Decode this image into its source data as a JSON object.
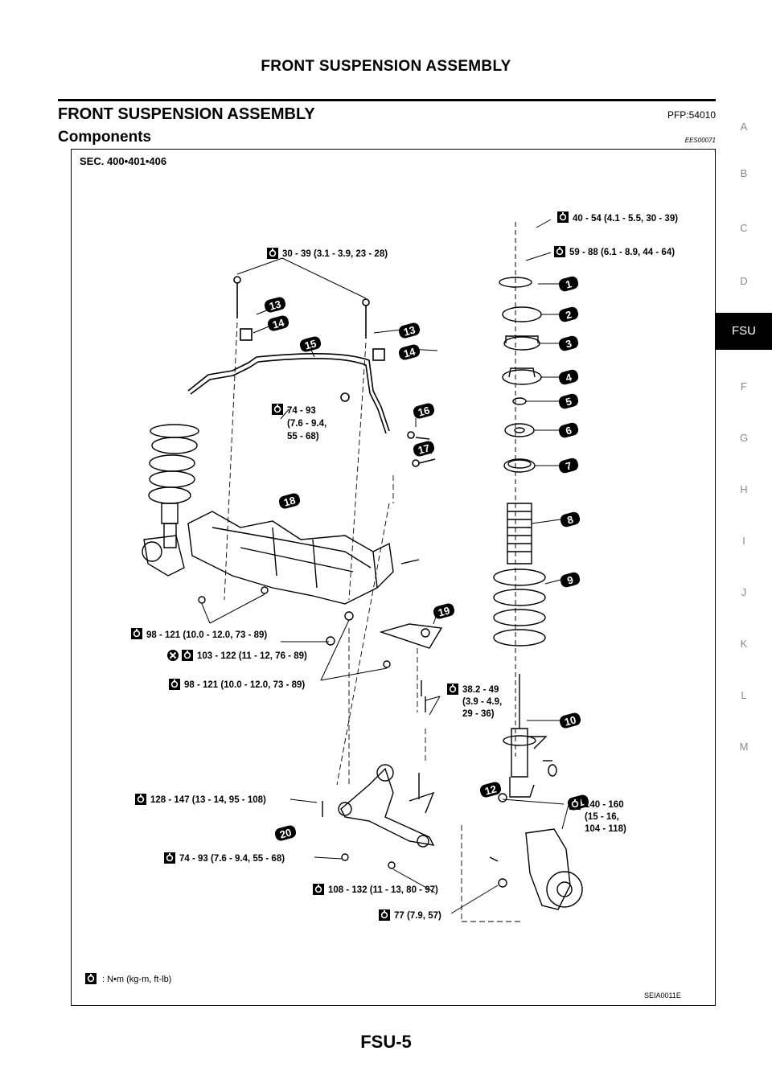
{
  "header": {
    "title": "FRONT SUSPENSION ASSEMBLY"
  },
  "section": {
    "title": "FRONT SUSPENSION ASSEMBLY",
    "pfp": "PFP:54010"
  },
  "subsection": {
    "title": "Components",
    "code": "EES00071"
  },
  "side_tabs": [
    "A",
    "B",
    "C",
    "D",
    "FSU",
    "F",
    "G",
    "H",
    "I",
    "J",
    "K",
    "L",
    "M"
  ],
  "active_tab": "FSU",
  "figure": {
    "sec": "SEC. 400•401•406",
    "torque_labels": [
      "40 - 54 (4.1 - 5.5, 30 - 39)",
      "59 - 88 (6.1 - 8.9, 44 - 64)",
      "30 - 39 (3.1 - 3.9, 23 - 28)",
      "74 - 93",
      "(7.6 - 9.4,",
      "55 - 68)",
      "98 - 121 (10.0 - 12.0, 73 - 89)",
      "103 - 122 (11 - 12, 76 - 89)",
      "98 - 121 (10.0 - 12.0, 73 - 89)",
      "38.2 - 49",
      "(3.9 - 4.9,",
      "29 - 36)",
      "128 - 147 (13 - 14, 95 - 108)",
      "140 - 160",
      "(15 - 16,",
      "104 - 118)",
      "74 - 93 (7.6 - 9.4, 55 - 68)",
      "108 - 132 (11 - 13, 80 - 97)",
      "77 (7.9, 57)"
    ],
    "callouts": [
      "1",
      "2",
      "3",
      "4",
      "5",
      "6",
      "7",
      "8",
      "9",
      "10",
      "11",
      "12",
      "13",
      "14",
      "15",
      "16",
      "17",
      "18",
      "19",
      "20",
      "13",
      "14"
    ],
    "legend": ":  N•m  (kg-m,  ft-lb)",
    "figure_code": "SEIA0011E"
  },
  "footer": {
    "page": "FSU-5"
  }
}
